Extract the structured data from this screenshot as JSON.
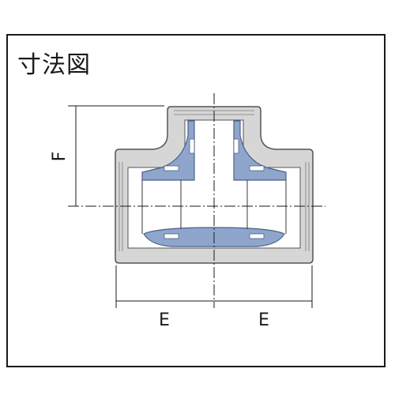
{
  "title": "寸法図",
  "dimensions": {
    "horizontal_left": "E",
    "horizontal_right": "E",
    "vertical": "F"
  },
  "colors": {
    "body_fill": "#d6d6d6",
    "body_stroke": "#555555",
    "liner_fill": "#8fa6cc",
    "liner_stroke": "#4a5f86",
    "line": "#1a1a1a"
  }
}
